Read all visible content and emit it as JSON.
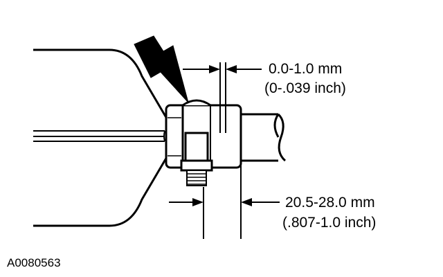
{
  "colors": {
    "ink": "#000000",
    "paper": "#ffffff"
  },
  "dimension_gap": {
    "metric": "0.0-1.0 mm",
    "imperial": "(0-.039 inch)"
  },
  "dimension_overlap": {
    "metric": "20.5-28.0 mm",
    "imperial": "(.807-1.0 inch)"
  },
  "figure_id": "A0080563"
}
